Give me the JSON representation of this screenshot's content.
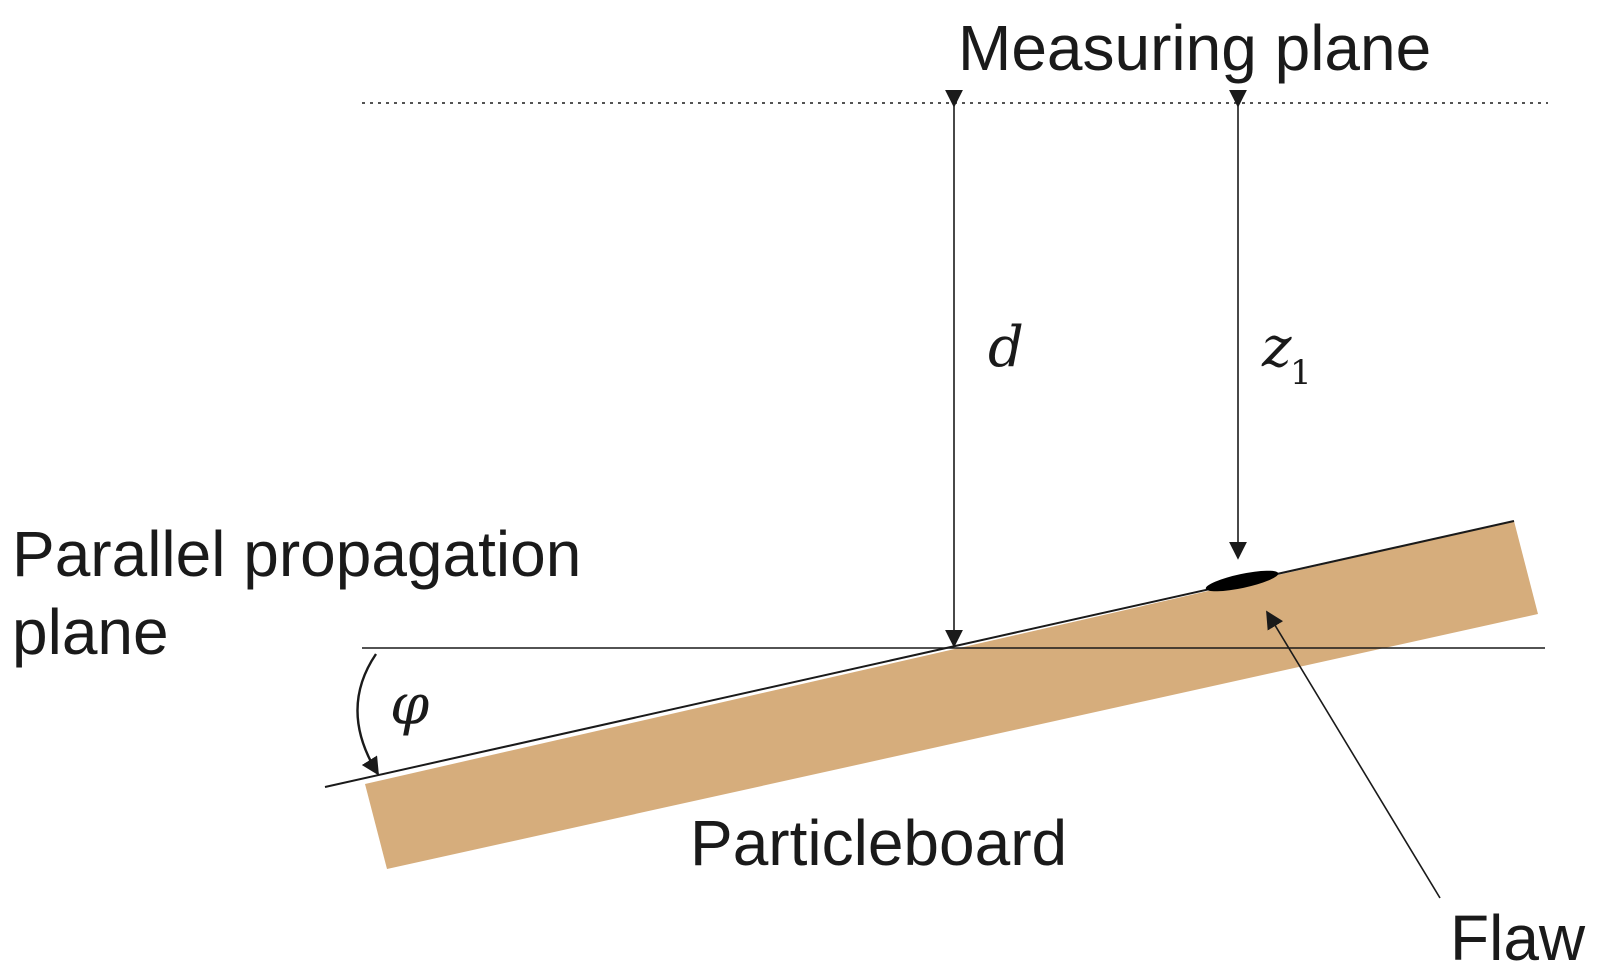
{
  "labels": {
    "measuring_plane": "Measuring plane",
    "parallel_plane_line1": "Parallel propagation",
    "parallel_plane_line2": "plane",
    "particleboard": "Particleboard",
    "flaw": "Flaw",
    "distance_d": "d",
    "distance_z": "z",
    "distance_z_subscript": "1",
    "angle_phi": "φ"
  },
  "colors": {
    "board_fill": "#d6ad7c",
    "line": "#1a1a1a",
    "flaw_fill": "#000000"
  }
}
